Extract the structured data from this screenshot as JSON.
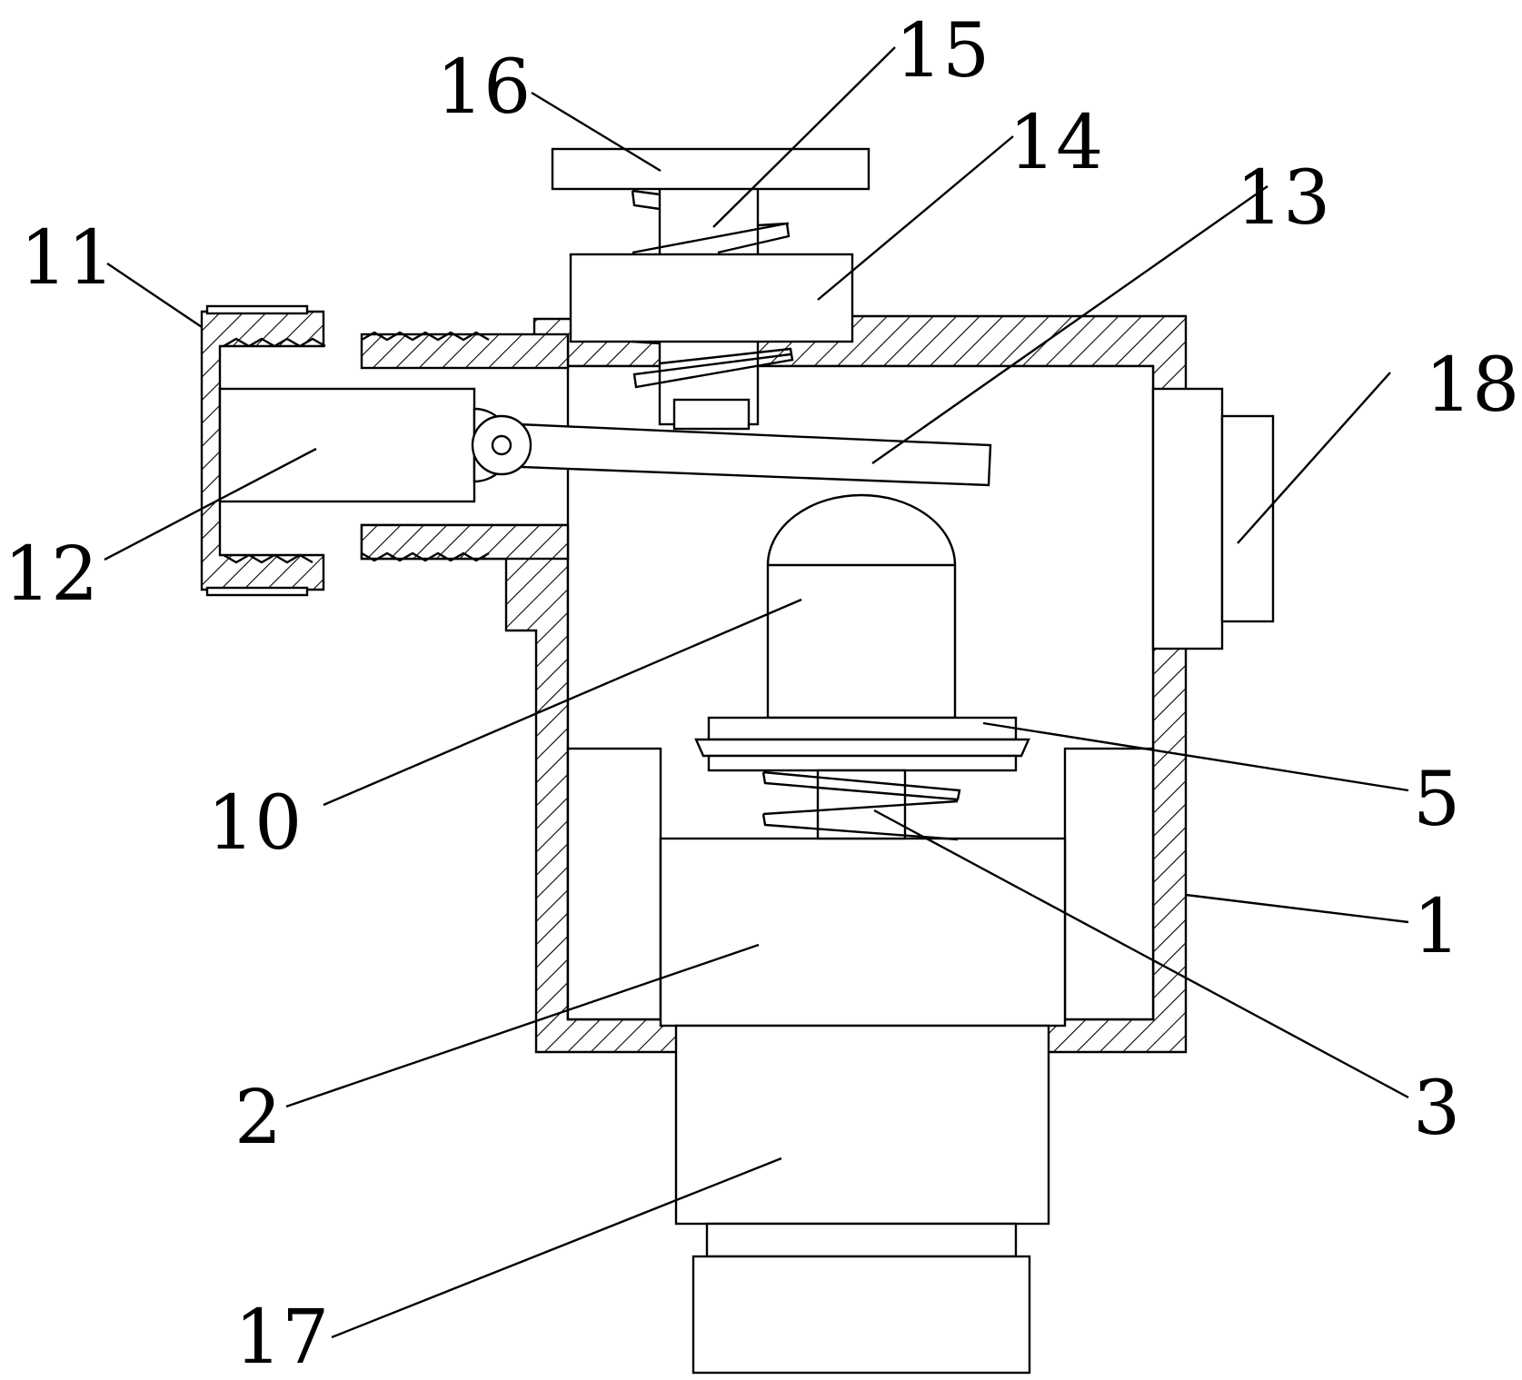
{
  "labels": {
    "l1": "1",
    "l2": "2",
    "l3": "3",
    "l5": "5",
    "l10": "10",
    "l11": "11",
    "l12": "12",
    "l13": "13",
    "l14": "14",
    "l15": "15",
    "l16": "16",
    "l17": "17",
    "l18": "18"
  }
}
